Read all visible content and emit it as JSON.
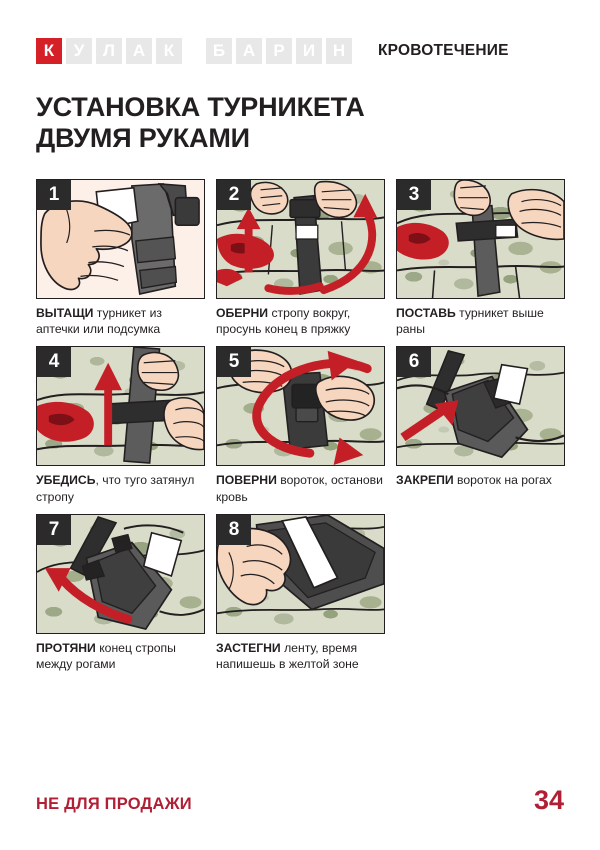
{
  "header": {
    "brand_words": [
      {
        "letters": [
          "К",
          "У",
          "Л",
          "А",
          "К"
        ]
      },
      {
        "letters": [
          "Б",
          "А",
          "Р",
          "И",
          "Н"
        ]
      }
    ],
    "topic": "КРОВОТЕЧЕНИЕ",
    "accent_color": "#d62027",
    "tile_color": "#e8e8e8"
  },
  "title": "УСТАНОВКА ТУРНИКЕТА\nДВУМЯ РУКАМИ",
  "steps": [
    {
      "number": "1",
      "caption_bold": "ВЫТАЩИ",
      "caption_rest": " турникет из аптечки или подсумка",
      "scene": "hand-pulling-tourniquet-from-pouch"
    },
    {
      "number": "2",
      "caption_bold": "ОБЕРНИ",
      "caption_rest": " стропу вокруг, просунь конец в пряжку",
      "scene": "wrapping-strap-around-limb"
    },
    {
      "number": "3",
      "caption_bold": "ПОСТАВЬ",
      "caption_rest": " турникет выше раны",
      "scene": "positioning-tourniquet-above-wound"
    },
    {
      "number": "4",
      "caption_bold": "УБЕДИСЬ",
      "caption_rest": ", что туго затянул стропу",
      "scene": "tightening-strap-check"
    },
    {
      "number": "5",
      "caption_bold": "ПОВЕРНИ",
      "caption_rest": " вороток, останови кровь",
      "scene": "twisting-windlass-two-hands"
    },
    {
      "number": "6",
      "caption_bold": "ЗАКРЕПИ",
      "caption_rest": " вороток на рогах",
      "scene": "securing-windlass-in-clip"
    },
    {
      "number": "7",
      "caption_bold": "ПРОТЯНИ",
      "caption_rest": " конец стропы между рогами",
      "scene": "routing-strap-between-clips"
    },
    {
      "number": "8",
      "caption_bold": "ЗАСТЕГНИ",
      "caption_rest": " ленту, время напишешь в желтой зоне",
      "scene": "fastening-time-strap"
    }
  ],
  "footer": {
    "note": "НЕ ДЛЯ ПРОДАЖИ",
    "page_number": "34",
    "color": "#b01f35"
  }
}
